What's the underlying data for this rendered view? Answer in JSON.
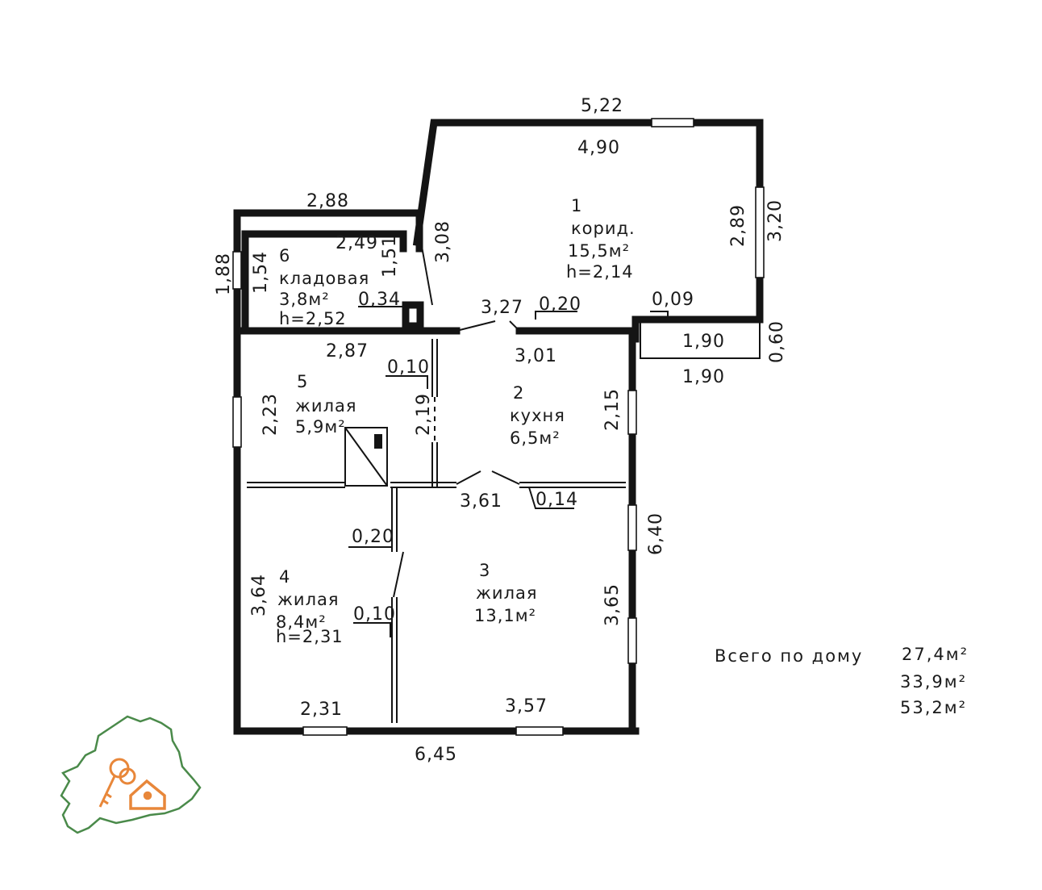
{
  "dimensions": {
    "d522": "5,22",
    "d490": "4,90",
    "d320": "3,20",
    "d289": "2,89",
    "d308": "3,08",
    "d288": "2,88",
    "d249": "2,49",
    "d151": "1,51",
    "d188": "1,88",
    "d154": "1,54",
    "d034": "0,34",
    "d327": "3,27",
    "d020a": "0,20",
    "d009": "0,09",
    "d190a": "1,90",
    "d190b": "1,90",
    "d060": "0,60",
    "d287": "2,87",
    "d301": "3,01",
    "d010a": "0,10",
    "d223": "2,23",
    "d219": "2,19",
    "d215": "2,15",
    "d361": "3,61",
    "d014": "0,14",
    "d640": "6,40",
    "d020b": "0,20",
    "d364": "3,64",
    "d010b": "0,10",
    "d365": "3,65",
    "d231": "2,31",
    "d357": "3,57",
    "d645": "6,45"
  },
  "rooms": {
    "r1": {
      "num": "1",
      "name": "корид.",
      "area": "15,5м²",
      "height": "h=2,14"
    },
    "r2": {
      "num": "2",
      "name": "кухня",
      "area": "6,5м²"
    },
    "r3": {
      "num": "3",
      "name": "жилая",
      "area": "13,1м²"
    },
    "r4": {
      "num": "4",
      "name": "жилая",
      "area": "8,4м²",
      "height": "h=2,31"
    },
    "r5": {
      "num": "5",
      "name": "жилая",
      "area": "5,9м²"
    },
    "r6": {
      "num": "6",
      "name": "кладовая",
      "area": "3,8м²",
      "height": "h=2,52"
    }
  },
  "totals": {
    "label": "Всего по дому",
    "values": [
      "27,4м²",
      "33,9м²",
      "53,2м²"
    ]
  },
  "logo": {
    "name": "belarus-keys-house-logo",
    "outline_color": "#4a8a4a",
    "accent_color": "#e8873a"
  }
}
